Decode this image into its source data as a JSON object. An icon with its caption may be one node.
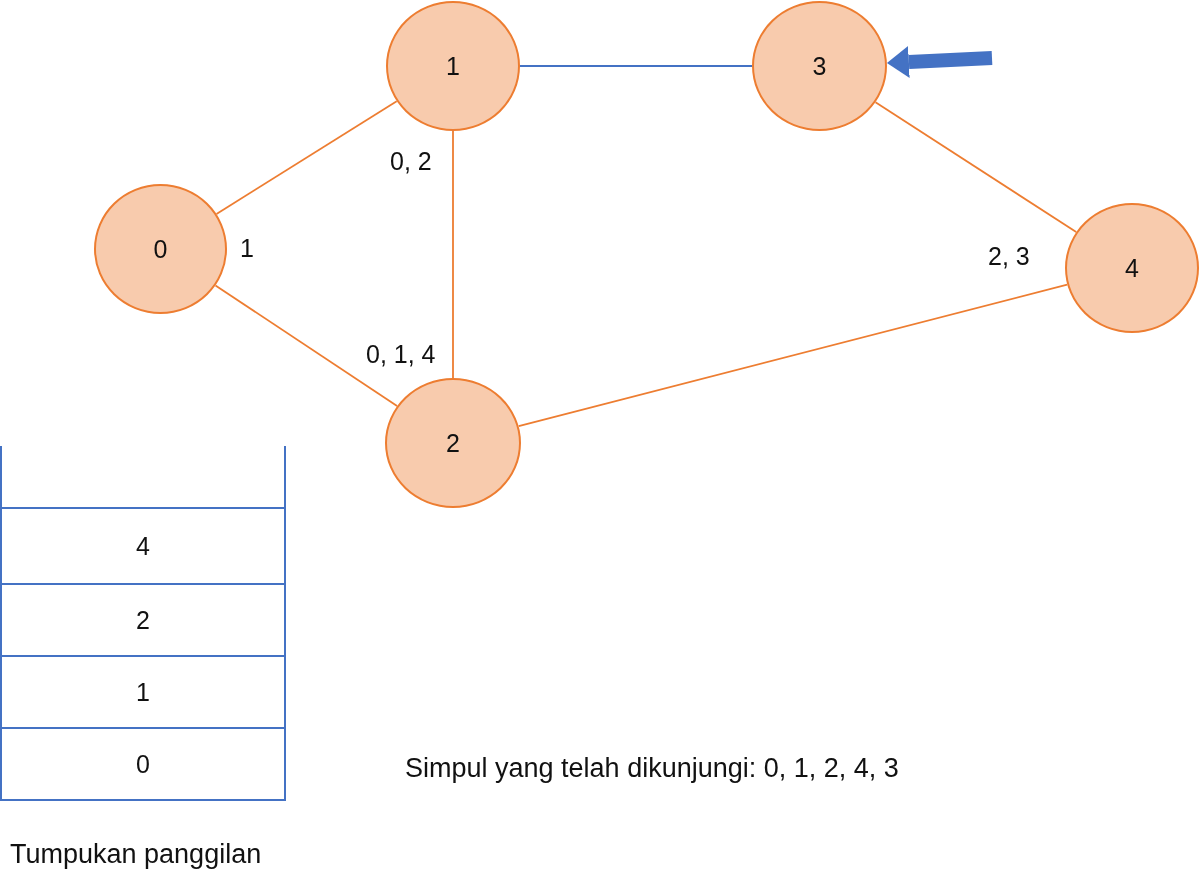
{
  "diagram": {
    "nodes": [
      {
        "text": [
          "0"
        ],
        "beside": [
          "1"
        ]
      },
      {
        "text": [
          "1"
        ],
        "beside": [
          "0, 2"
        ]
      },
      {
        "text": [
          "2"
        ],
        "beside": [
          "0, 1, 4"
        ]
      },
      {
        "text": [
          "3"
        ]
      },
      {
        "text": [
          "4"
        ],
        "beside": [
          "2, 3"
        ]
      }
    ],
    "edges": [
      {
        "from": 0,
        "to": 1,
        "arrow": "none"
      },
      {
        "from": 1,
        "to": 3,
        "arrow": "none",
        "color": "#4472c4"
      },
      {
        "from": 0,
        "to": 2,
        "arrow": "none"
      },
      {
        "from": 1,
        "to": 2,
        "arrow": "none"
      },
      {
        "from": 3,
        "to": 4,
        "arrow": "none"
      },
      {
        "from": 2,
        "to": 4,
        "arrow": "none"
      },
      {
        "from": null,
        "to": 3,
        "arrow": "to",
        "style": "thick",
        "color": "#4472c4"
      }
    ],
    "labels": [
      "4",
      "2",
      "1",
      "0",
      "Simpul yang telah dikunjungi: 0, 1, 2, 4, 3",
      "Tumpukan panggilan"
    ]
  }
}
